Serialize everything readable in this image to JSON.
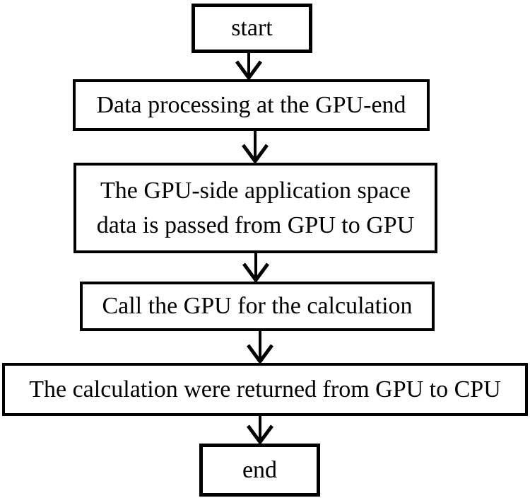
{
  "diagram": {
    "type": "flowchart",
    "direction": "top-down",
    "colors": {
      "border": "#000000",
      "background": "#ffffff",
      "text": "#000000"
    },
    "nodes": [
      {
        "id": "start",
        "lines": [
          "start"
        ]
      },
      {
        "id": "data-processing",
        "lines": [
          "Data processing at the GPU-end"
        ]
      },
      {
        "id": "pass-data",
        "lines": [
          "The GPU-side application space",
          "data is passed from GPU to GPU"
        ]
      },
      {
        "id": "call-gpu",
        "lines": [
          "Call the GPU for the calculation"
        ]
      },
      {
        "id": "return-results",
        "lines": [
          "The calculation were returned from GPU to CPU"
        ]
      },
      {
        "id": "end",
        "lines": [
          "end"
        ]
      }
    ],
    "edges": [
      {
        "from": "start",
        "to": "data-processing"
      },
      {
        "from": "data-processing",
        "to": "pass-data"
      },
      {
        "from": "pass-data",
        "to": "call-gpu"
      },
      {
        "from": "call-gpu",
        "to": "return-results"
      },
      {
        "from": "return-results",
        "to": "end"
      }
    ]
  }
}
